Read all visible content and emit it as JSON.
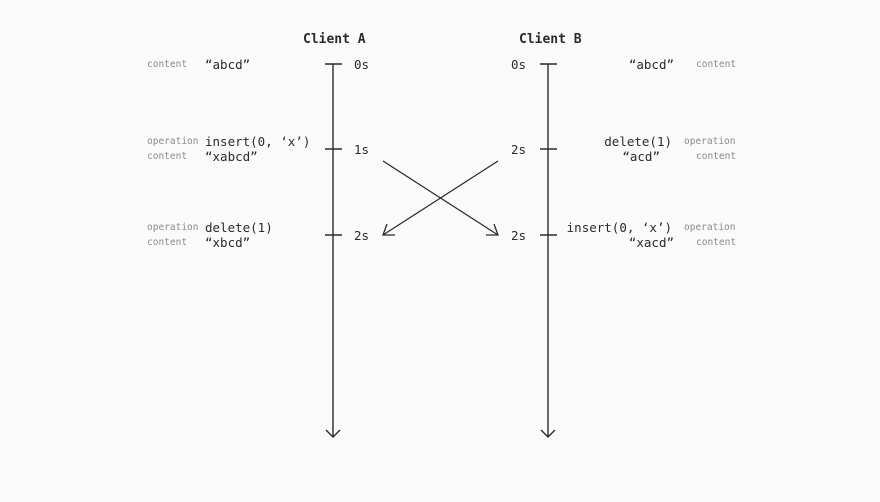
{
  "client_a": {
    "title": "Client A",
    "events": [
      {
        "time": "0s",
        "label_top": "content",
        "value_top": "“abcd”"
      },
      {
        "time": "1s",
        "label_top": "operation",
        "value_top": "insert(0, ‘x’)",
        "label_bottom": "content",
        "value_bottom": "“xabcd”"
      },
      {
        "time": "2s",
        "label_top": "operation",
        "value_top": "delete(1)",
        "label_bottom": "content",
        "value_bottom": "“xbcd”"
      }
    ]
  },
  "client_b": {
    "title": "Client B",
    "events": [
      {
        "time": "0s",
        "label_top": "content",
        "value_top": "“abcd”"
      },
      {
        "time": "2s",
        "label_top": "operation",
        "value_top": "delete(1)",
        "label_bottom": "content",
        "value_bottom": "“acd”"
      },
      {
        "time": "2s",
        "label_top": "operation",
        "value_top": "insert(0, ‘x’)",
        "label_bottom": "content",
        "value_bottom": "“xacd”"
      }
    ]
  },
  "colors": {
    "line": "#2b2b2b",
    "label": "#8a8a8a",
    "background": "#fafafa"
  }
}
